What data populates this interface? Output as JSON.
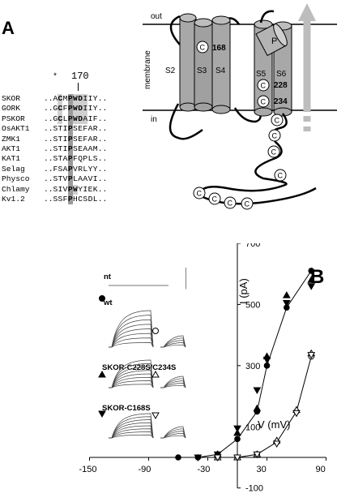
{
  "panel_a": {
    "letter": "A",
    "out_label": "out",
    "in_label": "in",
    "membrane_label": "membrane",
    "segments": [
      "S2",
      "S3",
      "S4",
      "S5",
      "P",
      "S6"
    ],
    "cysteine_symbol": "C",
    "cys_positions": [
      "168",
      "228",
      "234"
    ],
    "alignment": {
      "star": "*",
      "position_label": "170",
      "rows": [
        {
          "name": "SKOR",
          "prefix": "..A",
          "residues": [
            "C",
            "M",
            "P",
            "W",
            "D",
            "I",
            "I",
            "Y"
          ],
          "suffix": ".."
        },
        {
          "name": "GORK",
          "prefix": "..G",
          "residues": [
            "C",
            "F",
            "P",
            "W",
            "D",
            "I",
            "I",
            "Y"
          ],
          "suffix": ".."
        },
        {
          "name": "PSKOR",
          "prefix": "..G",
          "residues": [
            "C",
            "L",
            "P",
            "W",
            "D",
            "A",
            "I",
            "F"
          ],
          "suffix": ".."
        },
        {
          "name": "OsAKT1",
          "prefix": "..S",
          "residues": [
            "T",
            "I",
            "P",
            "S",
            "E",
            "F",
            "A",
            "R"
          ],
          "suffix": ".."
        },
        {
          "name": "ZMK1",
          "prefix": "..S",
          "residues": [
            "T",
            "I",
            "P",
            "S",
            "E",
            "F",
            "A",
            "R"
          ],
          "suffix": ".."
        },
        {
          "name": "AKT1",
          "prefix": "..S",
          "residues": [
            "T",
            "I",
            "P",
            "S",
            "E",
            "A",
            "A",
            "M"
          ],
          "suffix": ".."
        },
        {
          "name": "KAT1",
          "prefix": "..S",
          "residues": [
            "T",
            "A",
            "P",
            "F",
            "Q",
            "P",
            "L",
            "S"
          ],
          "suffix": ".."
        },
        {
          "name": "Selag",
          "prefix": "..F",
          "residues": [
            "S",
            "A",
            "P",
            "V",
            "R",
            "L",
            "Y",
            "Y"
          ],
          "suffix": ".."
        },
        {
          "name": "Physco",
          "prefix": "..S",
          "residues": [
            "T",
            "V",
            "P",
            "L",
            "A",
            "A",
            "V",
            "I"
          ],
          "suffix": ".."
        },
        {
          "name": "Chlamy",
          "prefix": "..S",
          "residues": [
            "I",
            "V",
            "P",
            "W",
            "Y",
            "I",
            "E",
            "K"
          ],
          "suffix": ".."
        },
        {
          "name": "Kv1.2",
          "prefix": "..S",
          "residues": [
            "S",
            "F",
            "P",
            "H",
            "C",
            "S",
            "D",
            "L"
          ],
          "suffix": ".."
        }
      ]
    }
  },
  "panel_b": {
    "letter": "B",
    "trace_labels": [
      "nt",
      "wt",
      "SKOR-C228S/C234S",
      "SKOR-C168S"
    ],
    "chart_data": {
      "type": "scatter",
      "xlabel": "V  (mV)",
      "ylabel": "I  (pA)",
      "xlim": [
        -150,
        90
      ],
      "ylim": [
        -100,
        700
      ],
      "xticks": [
        -150,
        -90,
        -30,
        30,
        90
      ],
      "yticks": [
        -100,
        100,
        300,
        500,
        700
      ],
      "series": [
        {
          "marker": "circle-filled",
          "x": [
            -60,
            -40,
            -20,
            0,
            20,
            30,
            50,
            75
          ],
          "y": [
            0,
            0,
            10,
            60,
            150,
            300,
            490,
            610
          ]
        },
        {
          "marker": "triangle-up-filled",
          "x": [
            -20,
            0,
            20,
            30,
            50,
            75
          ],
          "y": [
            10,
            80,
            160,
            330,
            530,
            580
          ]
        },
        {
          "marker": "triangle-down-filled",
          "x": [
            -40,
            -20,
            0,
            20,
            30,
            50,
            75
          ],
          "y": [
            0,
            10,
            95,
            220,
            320,
            505,
            560
          ]
        },
        {
          "marker": "circle-open",
          "x": [
            -20,
            0,
            20,
            40,
            60,
            75
          ],
          "y": [
            0,
            0,
            10,
            50,
            150,
            330
          ]
        },
        {
          "marker": "triangle-up-open",
          "x": [
            -20,
            0,
            20,
            40,
            60,
            75
          ],
          "y": [
            0,
            0,
            10,
            55,
            155,
            340
          ]
        },
        {
          "marker": "triangle-down-open",
          "x": [
            -20,
            0,
            20,
            40,
            60,
            75
          ],
          "y": [
            0,
            0,
            10,
            45,
            145,
            335
          ]
        }
      ]
    }
  }
}
